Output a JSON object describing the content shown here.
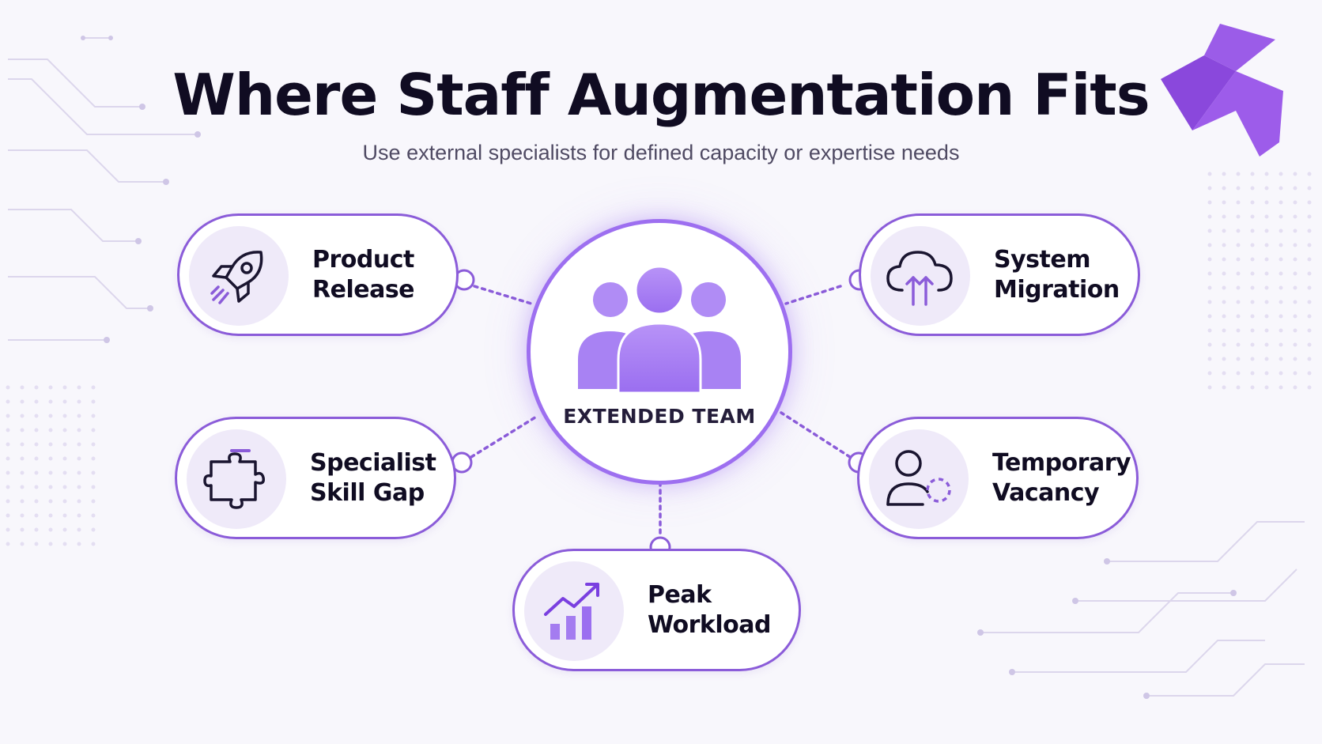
{
  "header": {
    "title": "Where Staff Augmentation Fits",
    "subtitle": "Use external specialists for defined capacity or expertise needs"
  },
  "hub": {
    "label": "EXTENDED TEAM",
    "icon": "team-icon"
  },
  "nodes": [
    {
      "id": "product-release",
      "line1": "Product",
      "line2": "Release",
      "icon": "rocket-icon"
    },
    {
      "id": "specialist-skill-gap",
      "line1": "Specialist",
      "line2": "Skill Gap",
      "icon": "puzzle-icon"
    },
    {
      "id": "system-migration",
      "line1": "System",
      "line2": "Migration",
      "icon": "cloud-upload-icon"
    },
    {
      "id": "temporary-vacancy",
      "line1": "Temporary",
      "line2": "Vacancy",
      "icon": "user-vacancy-icon"
    },
    {
      "id": "peak-workload",
      "line1": "Peak",
      "line2": "Workload",
      "icon": "growth-chart-icon"
    }
  ],
  "colors": {
    "accent": "#8b5cd9",
    "accent_light": "#a47cf0",
    "title": "#100c22",
    "subtitle": "#4f4a63"
  }
}
